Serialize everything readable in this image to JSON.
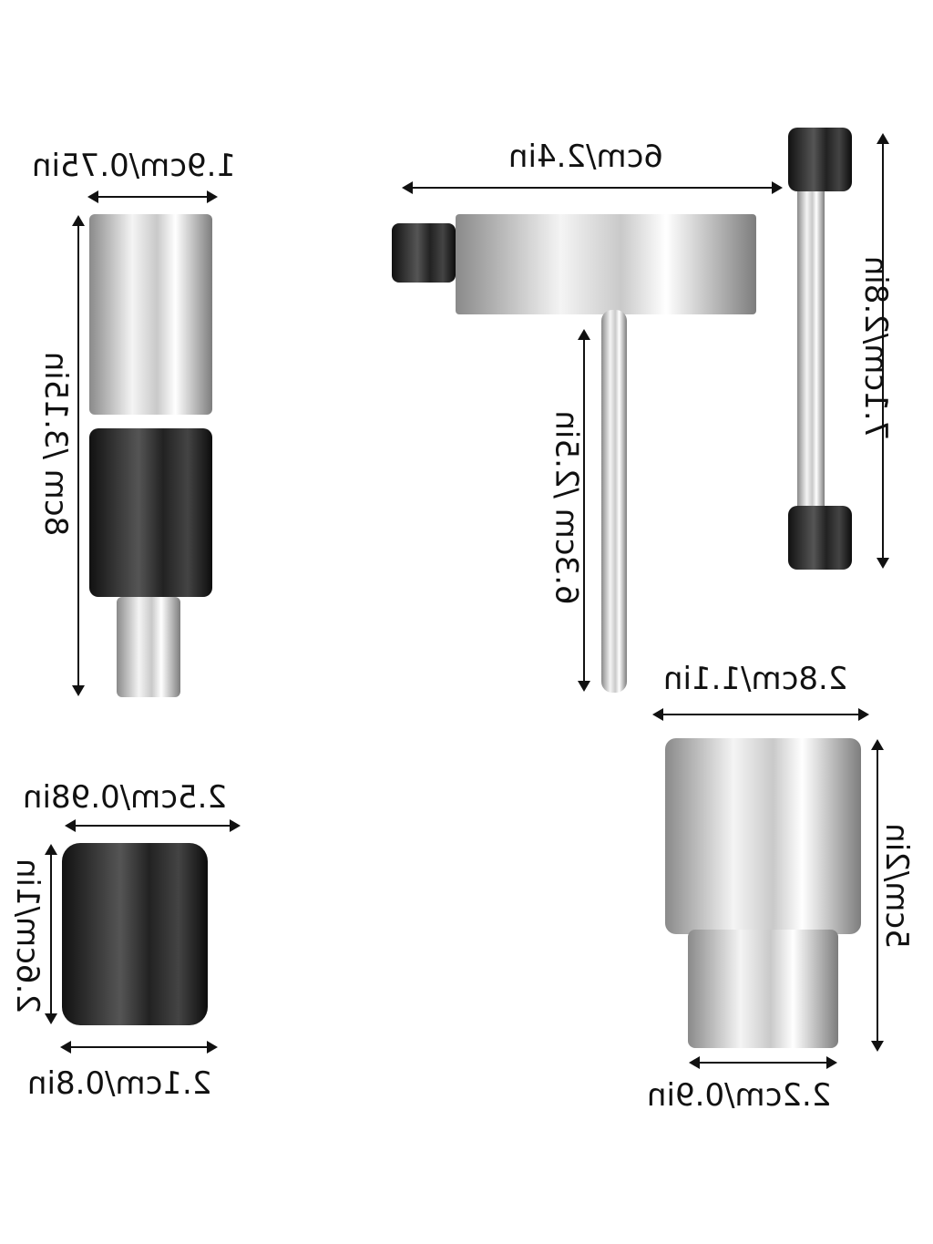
{
  "crank_puller": {
    "width_label": "1.9cm/0.75in",
    "height_label": "8cm /3.15in"
  },
  "chain_tool": {
    "width_label": "6cm/2.4in",
    "height_label": "7.1cm/2.8in",
    "handle_label": "6.3cm /2.5in"
  },
  "freewheel_remover": {
    "top_label": "2.5cm/0.98in",
    "height_label": "2.6cm/1in",
    "bottom_label": "2.1cm/0.8in"
  },
  "bottom_bracket_tool": {
    "top_label": "2.8cm/1.1in",
    "height_label": "5cm/2in",
    "bottom_label": "2.2cm/0.9in"
  }
}
